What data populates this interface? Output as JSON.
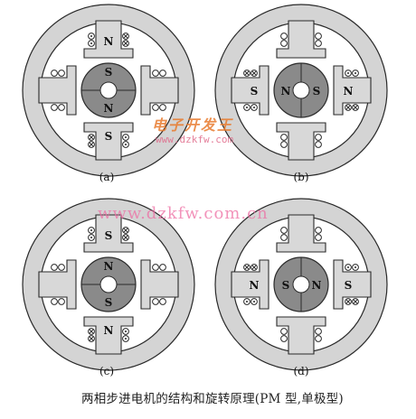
{
  "panels": [
    {
      "label": "(a)",
      "rotor_poles": [
        "S",
        "N"
      ],
      "rotor_orientation": "horizontal-split",
      "stator_labels": {
        "top": "N",
        "bottom": "S",
        "left": "",
        "right": ""
      },
      "energized_pair": "vertical"
    },
    {
      "label": "(b)",
      "rotor_poles": [
        "N",
        "S"
      ],
      "rotor_orientation": "vertical-split",
      "stator_labels": {
        "top": "",
        "bottom": "",
        "left": "S",
        "right": "N"
      },
      "energized_pair": "horizontal"
    },
    {
      "label": "(c)",
      "rotor_poles": [
        "N",
        "S"
      ],
      "rotor_orientation": "horizontal-split",
      "stator_labels": {
        "top": "S",
        "bottom": "N",
        "left": "",
        "right": ""
      },
      "energized_pair": "vertical"
    },
    {
      "label": "(d)",
      "rotor_poles": [
        "S",
        "N"
      ],
      "rotor_orientation": "vertical-split",
      "stator_labels": {
        "top": "",
        "bottom": "",
        "left": "N",
        "right": "S"
      },
      "energized_pair": "horizontal"
    }
  ],
  "caption": "两相步进电机的结构和旋转原理(PM 型,单极型)",
  "watermarks": {
    "logo_text": "电子开发王",
    "site_small": "www.dzkfw.com",
    "site_large": "www.dzkfw.com.cn"
  },
  "colors": {
    "ring": "#d4d4d4",
    "pole": "#d8d8d8",
    "rotor": "#8a8a8a",
    "rotor_core": "#b5b5b5",
    "outline": "#2a2a2a",
    "watermark_orange": "#e87b2e",
    "watermark_pink": "#ee6fa4"
  }
}
